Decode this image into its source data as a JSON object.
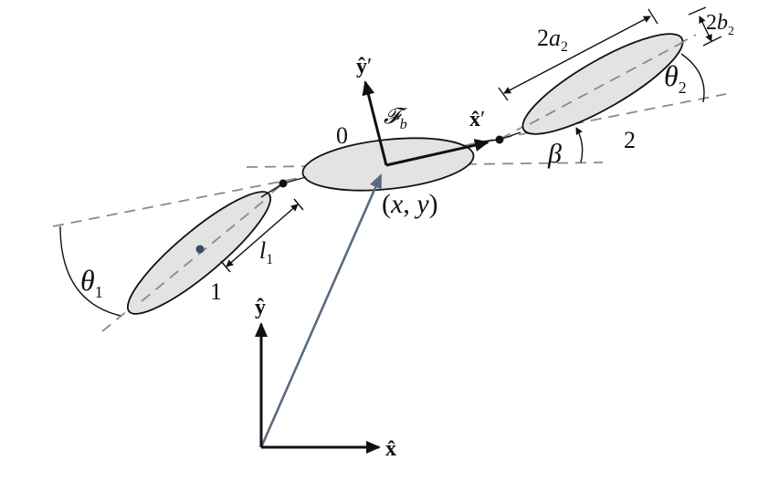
{
  "labels": {
    "body0": "0",
    "body1": "1",
    "body2": "2",
    "frame": "𝓕",
    "frame_sub": "b",
    "y_prime_hat": "ŷ",
    "y_prime_mark": "′",
    "x_prime_hat": "x̂",
    "x_prime_mark": "′",
    "y_hat": "ŷ",
    "x_hat": "x̂",
    "position_open": "(",
    "position_x": "x",
    "position_comma": ", ",
    "position_y": "y",
    "position_close": ")",
    "beta": "β",
    "theta1": "θ",
    "theta1_sub": "1",
    "theta2": "θ",
    "theta2_sub": "2",
    "l1": "l",
    "l1_sub": "1",
    "a2_coef": "2",
    "a2": "a",
    "a2_sub": "2",
    "b2_coef": "2",
    "b2": "b",
    "b2_sub": "2"
  },
  "colors": {
    "position_vector": "#5a6a80",
    "body_fill": "#e3e3e3",
    "dashed": "#8a8a8a",
    "centroid_dot": "#3b4a66"
  }
}
